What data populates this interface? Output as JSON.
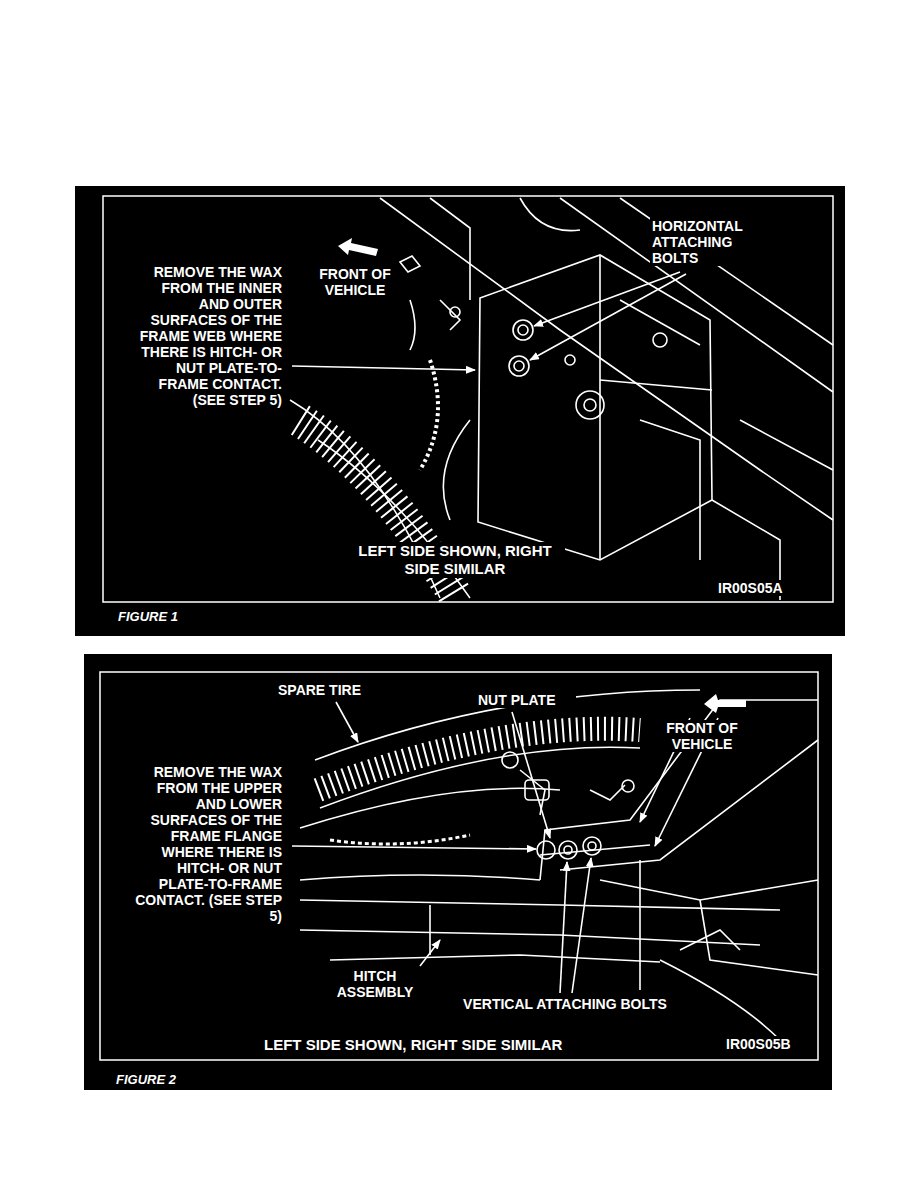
{
  "diagram": {
    "labels": [
      "HORIZONTAL ATTACHING BOLTS",
      "FRONT OF VEHICLE",
      "REMOVE THE WAX FROM THE INNER AND OUTER SURFACES OF THE FRAME WEB WHERE THERE IS HITCH- OR NUT PLATE-TO-FRAME CONTACT. (SEE STEP 5)",
      "LEFT SIDE SHOWN, RIGHT SIDE SIMILAR",
      "IR00S05A",
      "FIGURE 1",
      "SPARE TIRE",
      "NUT PLATE",
      "FRONT OF VEHICLE",
      "REMOVE THE WAX FROM THE UPPER AND LOWER SURFACES OF THE FRAME FLANGE WHERE THERE IS HITCH- OR NUT PLATE-TO-FRAME CONTACT. (SEE STEP 5)",
      "HITCH ASSEMBLY",
      "VERTICAL ATTACHING BOLTS",
      "LEFT SIDE SHOWN, RIGHT SIDE SIMILAR",
      "IR00S05B",
      "FIGURE 2"
    ]
  }
}
